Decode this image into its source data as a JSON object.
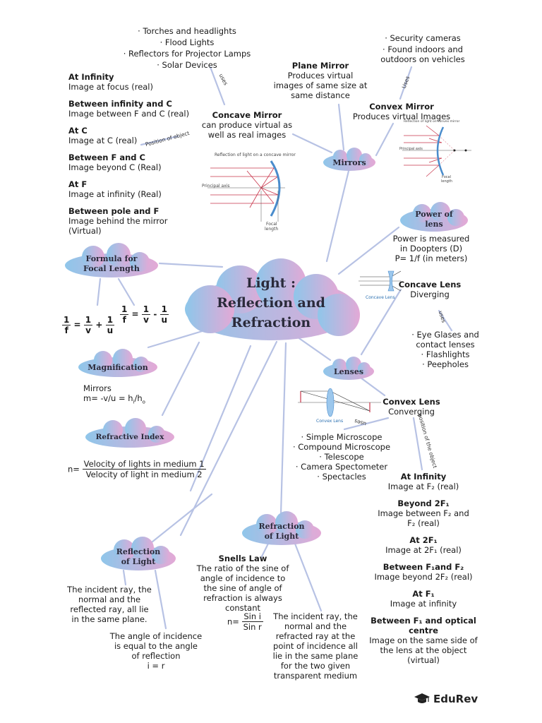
{
  "center": {
    "line1": "Light :",
    "line2": "Reflection and",
    "line3": "Refraction"
  },
  "mirrors": {
    "cloud": "Mirrors",
    "concave": {
      "title": "Concave Mirror",
      "desc1": "can produce virtual as",
      "desc2": "well as real images",
      "uses_label": "uses",
      "uses": [
        "· Torches and headlights",
        "· Flood Lights",
        "· Reflectors for Projector Lamps",
        "· Solar Devices"
      ],
      "position_label": "Position of object",
      "positions": [
        {
          "pos": "At Infinity",
          "img": "Image at focus (real)"
        },
        {
          "pos": "Between infinity and C",
          "img": "Image between F and C (real)"
        },
        {
          "pos": "At C",
          "img": "Image at C (real)"
        },
        {
          "pos": "Between F and C",
          "img": "Image beyond C (Real)"
        },
        {
          "pos": "At F",
          "img": "Image at infinity (Real)"
        },
        {
          "pos": "Between pole and F",
          "img": "Image behind the mirror",
          "img2": "(Virtual)"
        }
      ],
      "fig_caption": "Reflection of light on a concave mirror",
      "fig_axis": "Principal axis",
      "fig_focal": "Focal",
      "fig_length": "length"
    },
    "plane": {
      "title": "Plane Mirror",
      "d1": "Produces virtual",
      "d2": "images of same size at",
      "d3": "same distance"
    },
    "convex": {
      "title": "Convex Mirror",
      "desc": "Produces virtual Images",
      "uses_label": "Uses",
      "uses": [
        "· Security cameras",
        "· Found indoors and",
        "outdoors on vehicles"
      ],
      "fig_caption": "Reflection of light on convex mirror",
      "fig_axis": "Principal axis",
      "fig_focal": "Focal",
      "fig_length": "length"
    }
  },
  "power": {
    "cloud1": "Power of",
    "cloud2": "lens",
    "d1": "Power is measured",
    "d2": "in Doopters (D)",
    "d3": "P= 1/f (in meters)"
  },
  "lenses": {
    "cloud": "Lenses",
    "concave": {
      "title": "Concave Lens",
      "desc": "Diverging",
      "uses_label": "uses",
      "fig_caption": "Concave Lens",
      "uses": [
        "· Eye Glases and",
        "contact lenses",
        "· Flashlights",
        "· Peepholes"
      ]
    },
    "convex": {
      "title": "Convex Lens",
      "desc": "Converging",
      "uses_label": "uses",
      "position_label": "position of the object",
      "fig_caption": "Convex Lens",
      "uses": [
        "· Simple Microscope",
        "· Compound Microscope",
        "· Telescope",
        "· Camera Spectometer",
        "· Spectacles"
      ],
      "positions": [
        {
          "pos": "At Infinity",
          "img": "Image at F₂ (real)"
        },
        {
          "pos": "Beyond 2F₁",
          "img": "Image between F₂ and",
          "img2": "F₂ (real)"
        },
        {
          "pos": "At 2F₁",
          "img": "Image at 2F₁ (real)"
        },
        {
          "pos": "Between F₁and F₂",
          "img": "Image beyond 2F₂ (real)"
        },
        {
          "pos": "At F₁",
          "img": "Image at infinity"
        },
        {
          "pos": "Between F₁ and optical",
          "pos2": "centre",
          "img": "Image on the same side of",
          "img2": "the lens at the object",
          "img3": "(virtual)"
        }
      ]
    }
  },
  "formula": {
    "cloud1": "Formula for",
    "cloud2": "Focal Length",
    "f1": {
      "a": "1",
      "b": "f",
      "eq": "=",
      "c": "1",
      "d": "v",
      "plus": "+",
      "e": "1",
      "g": "u"
    },
    "f2": {
      "a": "1",
      "b": "f",
      "eq": "=",
      "c": "1",
      "d": "v",
      "minus": "-",
      "e": "1",
      "g": "u"
    }
  },
  "magnification": {
    "cloud": "Magnification",
    "l1": "Mirrors",
    "l2": "m= -v/u = h",
    "sub1": "i",
    "slash": "/h",
    "sub2": "o"
  },
  "refractive": {
    "cloud": "Refractive Index",
    "n": "n=",
    "num": "Velocity of lights in medium 1",
    "den": "Velocity of light in medium 2"
  },
  "reflection": {
    "cloud1": "Reflection",
    "cloud2": "of Light",
    "law1": [
      "The incident ray, the",
      "normal and the",
      "reflected ray, all lie",
      "in the same plane."
    ],
    "law2": [
      "The angle of incidence",
      "is equal to the angle",
      "of reflection",
      "i = r"
    ]
  },
  "refraction": {
    "cloud1": "Refraction",
    "cloud2": "of Light",
    "snell_title": "Snells Law",
    "snell": [
      "The ratio of the sine of",
      "angle of incidence to",
      "the sine of angle of",
      "refraction is always",
      "constant"
    ],
    "n": "n=",
    "num": "Sin i",
    "den": "Sin r",
    "law": [
      "The incident ray, the",
      "normal and the",
      "refracted ray at the",
      "point of incidence all",
      "lie in the same plane",
      "for the two given",
      "transparent medium"
    ]
  },
  "brand": "EduRev",
  "colors": {
    "cloud_left": "#8fc6ea",
    "cloud_right": "#e3a9d6",
    "line": "#b7c2e4",
    "ray": "#c8344a",
    "mirror": "#4a8ccc"
  }
}
